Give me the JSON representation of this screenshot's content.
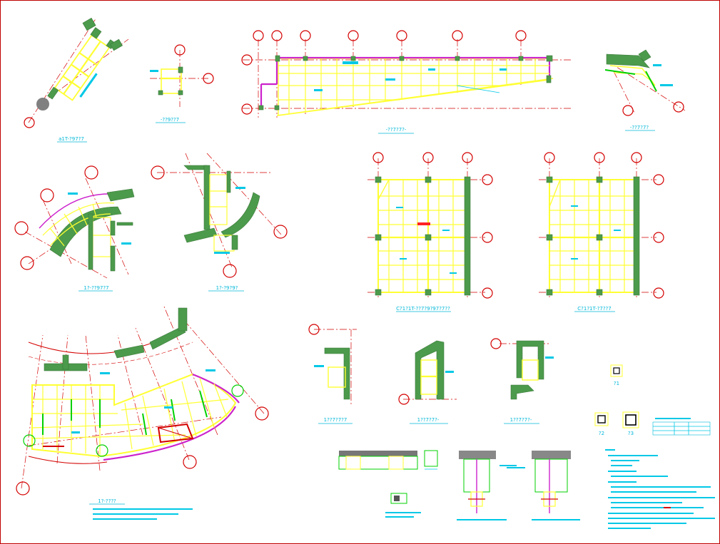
{
  "titles": {
    "t1": "a1T-?97?7",
    "t2": "-??9??7",
    "t3": "-??7?7?-",
    "t4": "-??7?7?",
    "t5": "1?-??97?7",
    "t6": "1?-?9?9?",
    "t7": "C?1?1T-??7?9?97?7??",
    "t8": "C?1?1T-?7??7",
    "t9": "1??7?7?7",
    "t10": "1??7?7?-",
    "t11": "1??7?7?-",
    "t12": "1?-????",
    "t13": "?1",
    "t14": "?2",
    "t15": "?3"
  },
  "colors": {
    "axis": "#d40000",
    "wall": "#4c9a4c",
    "beam": "#ffff33",
    "annot": "#00b7d8",
    "edge": "#cc22cc"
  },
  "icons": [
    "axis-bubble-icon",
    "column-section-icon"
  ]
}
